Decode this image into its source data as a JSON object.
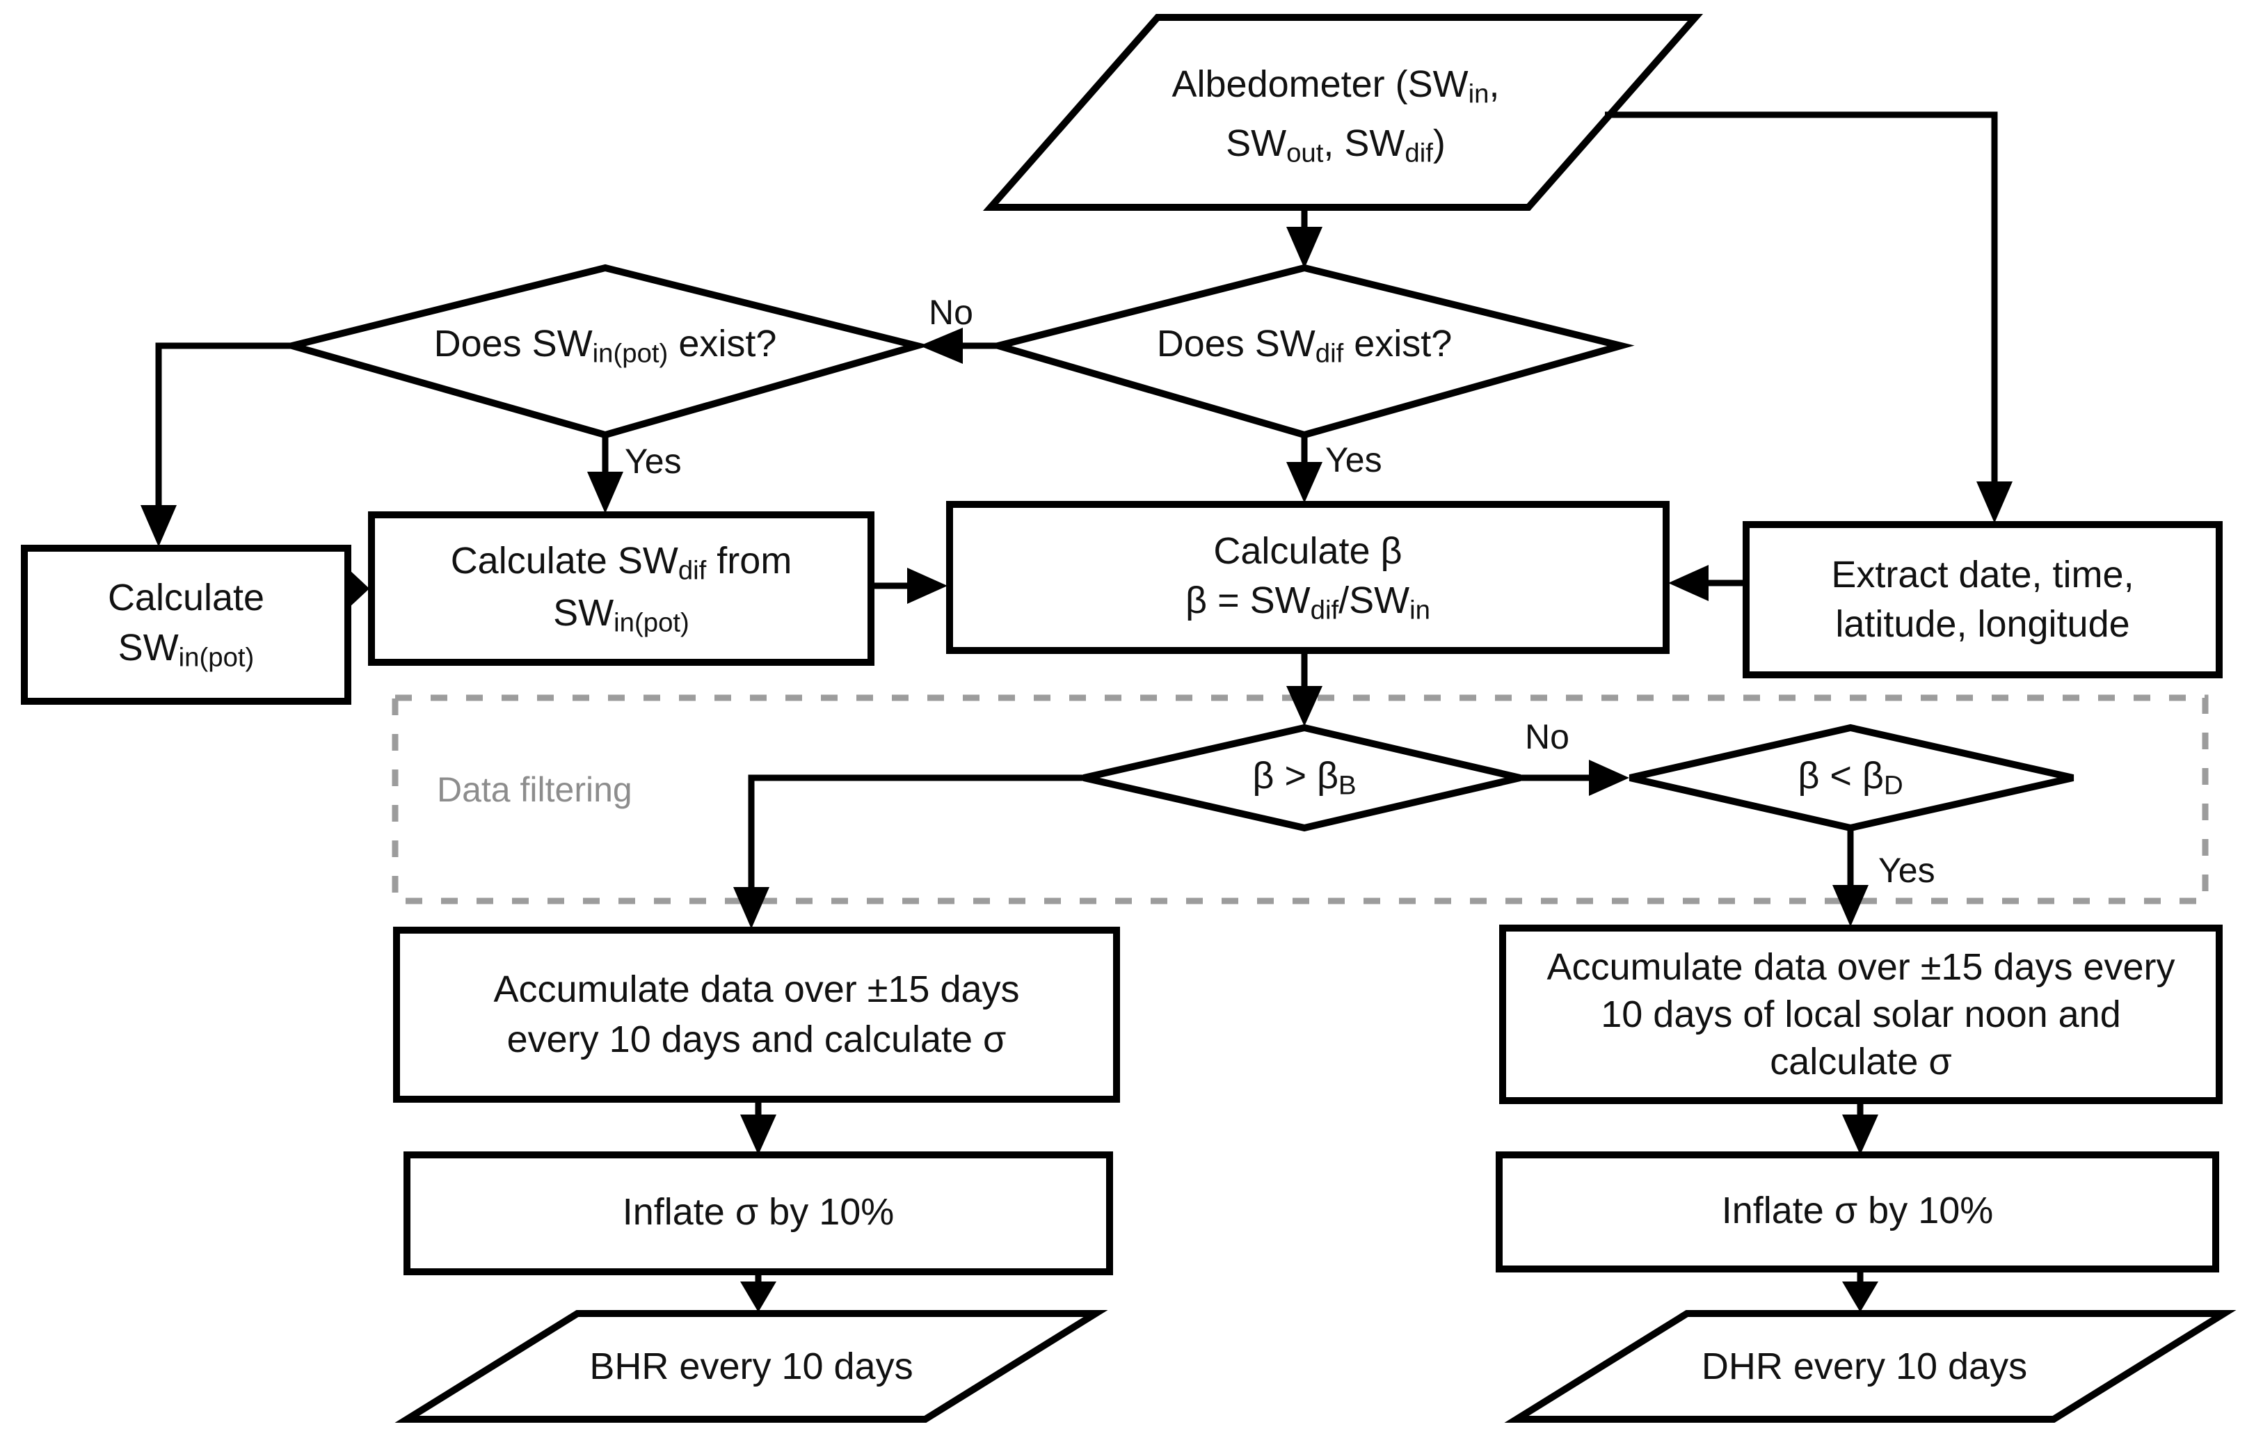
{
  "diagram_type": "flowchart",
  "group_label": "Data filtering",
  "edge_labels": {
    "no_swdif": "No",
    "yes_swinpot": "Yes",
    "yes_swdif": "Yes",
    "no_beta": "No",
    "yes_beta": "Yes"
  },
  "nodes": {
    "albedometer": {
      "l1": [
        "Albedometer (SW",
        "in",
        ","
      ],
      "l2": [
        "SW",
        "out",
        ", SW",
        "dif",
        ")"
      ]
    },
    "decision_swinpot": [
      "Does SW",
      "in(pot)",
      " exist?"
    ],
    "decision_swdif": [
      "Does SW",
      "dif",
      " exist?"
    ],
    "calc_swinpot": {
      "l1": "Calculate",
      "l2": [
        "SW",
        "in(pot)"
      ]
    },
    "calc_swdif": {
      "l1": [
        "Calculate SW",
        "dif",
        " from"
      ],
      "l2": [
        "SW",
        "in(pot)"
      ]
    },
    "calc_beta": {
      "l1": "Calculate β",
      "l2": [
        "β = SW",
        "dif",
        "/SW",
        "in"
      ]
    },
    "extract": {
      "l1": "Extract date, time,",
      "l2": "latitude, longitude"
    },
    "filter_beta_b": [
      "β > β",
      "B"
    ],
    "filter_beta_d": [
      "β < β",
      "D"
    ],
    "accumulate_bhr": {
      "l1": "Accumulate data over ±15 days",
      "l2": "every 10 days and calculate σ"
    },
    "accumulate_dhr": {
      "l1": "Accumulate data over ±15 days every",
      "l2": "10 days of local solar noon and",
      "l3": "calculate σ"
    },
    "inflate_bhr": "Inflate σ by 10%",
    "inflate_dhr": "Inflate σ by 10%",
    "output_bhr": "BHR every 10 days",
    "output_dhr": "DHR every 10 days"
  },
  "colors": {
    "line": "#000000",
    "text": "#111111",
    "filter_border": "#9c9c9c",
    "filter_label": "#8d8d8d",
    "background": "#ffffff"
  }
}
